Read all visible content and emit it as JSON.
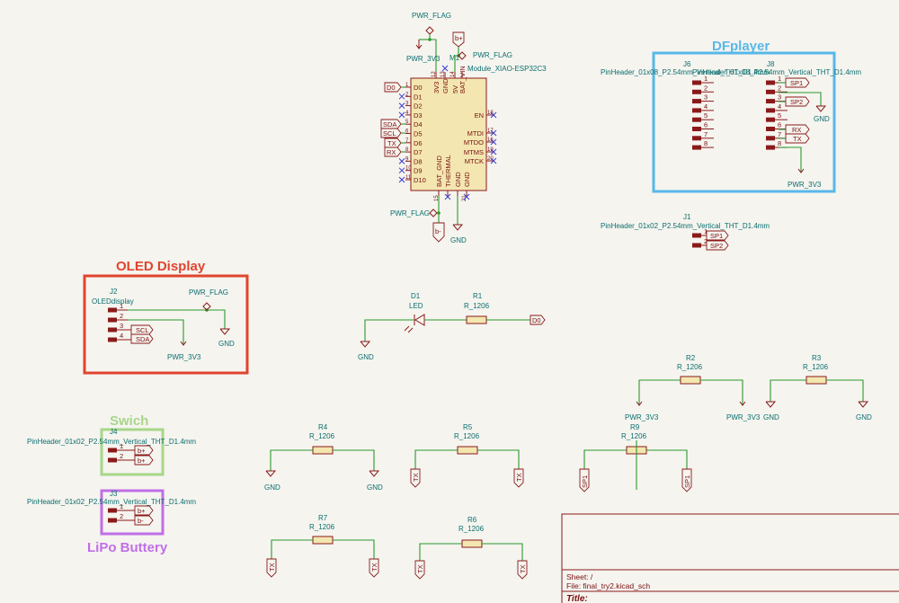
{
  "groups": {
    "dfplayer": {
      "title": "DFplayer",
      "color": "#58b8e8"
    },
    "oled": {
      "title": "OLED Display",
      "color": "#e0452e"
    },
    "switch": {
      "title": "Swich",
      "color": "#a8d68a"
    },
    "lipo": {
      "title": "LiPo Buttery",
      "color": "#c06ee6"
    }
  },
  "esp32": {
    "ref": "M1",
    "value": "Module_XIAO-ESP32C3",
    "left_pins": [
      "D0",
      "D1",
      "D2",
      "D3",
      "D4",
      "D5",
      "D6",
      "D7",
      "D8",
      "D9",
      "D10"
    ],
    "left_nums": [
      "1",
      "2",
      "3",
      "4",
      "5",
      "6",
      "7",
      "8",
      "9",
      "10",
      "11"
    ],
    "right_pins": [
      "EN",
      "MTDI",
      "MTDO",
      "MTMS",
      "MTCK"
    ],
    "right_nums": [
      "18",
      "17",
      "16",
      "19",
      "20"
    ],
    "top_pins": [
      "3V3",
      "GND",
      "5V",
      "BAT_VIN"
    ],
    "top_nums": [
      "12",
      "13",
      "14",
      ""
    ],
    "bottom_pins": [
      "BAT_GND",
      "THERMAL",
      "GND",
      "GND"
    ],
    "bottom_nums": [
      "15",
      "",
      "",
      "21"
    ]
  },
  "power": {
    "pwr_flag": "PWR_FLAG",
    "pwr_3v3": "PWR_3V3",
    "gnd": "GND"
  },
  "net_labels": {
    "d0": "D0",
    "sda": "SDA",
    "scl": "SCL",
    "tx": "TX",
    "rx": "RX",
    "sp1": "SP1",
    "sp2": "SP2",
    "bplus": "b+",
    "bminus": "b-"
  },
  "connectors": {
    "j6": {
      "ref": "J6",
      "value": "PinHeader_01x08_P2.54mm_Vertical_THT_D1.4mm",
      "pins": [
        "1",
        "2",
        "3",
        "4",
        "5",
        "6",
        "7",
        "8"
      ]
    },
    "j8": {
      "ref": "J8",
      "value": "PinHeader_01x08_P2.54mm_Vertical_THT_D1.4mm",
      "pins": [
        "1",
        "2",
        "3",
        "4",
        "5",
        "6",
        "7",
        "8"
      ]
    },
    "j1": {
      "ref": "J1",
      "value": "PinHeader_01x02_P2.54mm_Vertical_THT_D1.4mm",
      "pins": [
        "1",
        "2"
      ]
    },
    "j2": {
      "ref": "J2",
      "value": "OLEDdisplay",
      "pins": [
        "1",
        "2",
        "3",
        "4"
      ]
    },
    "j4": {
      "ref": "J4",
      "value": "PinHeader_01x02_P2.54mm_Vertical_THT_D1.4mm",
      "pins": [
        "1",
        "2"
      ]
    },
    "j3": {
      "ref": "J3",
      "value": "PinHeader_01x02_P2.54mm_Vertical_THT_D1.4mm",
      "pins": [
        "1",
        "2"
      ]
    }
  },
  "parts": {
    "d1": {
      "ref": "D1",
      "value": "LED"
    },
    "r1": {
      "ref": "R1",
      "value": "R_1206"
    },
    "r2": {
      "ref": "R2",
      "value": "R_1206"
    },
    "r3": {
      "ref": "R3",
      "value": "R_1206"
    },
    "r4": {
      "ref": "R4",
      "value": "R_1206"
    },
    "r5": {
      "ref": "R5",
      "value": "R_1206"
    },
    "r6": {
      "ref": "R6",
      "value": "R_1206"
    },
    "r7": {
      "ref": "R7",
      "value": "R_1206"
    },
    "r9": {
      "ref": "R9",
      "value": "R_1206"
    }
  },
  "title_block": {
    "sheet": "Sheet: /",
    "file": "File: final_try2.kicad_sch",
    "title": "Title:"
  }
}
